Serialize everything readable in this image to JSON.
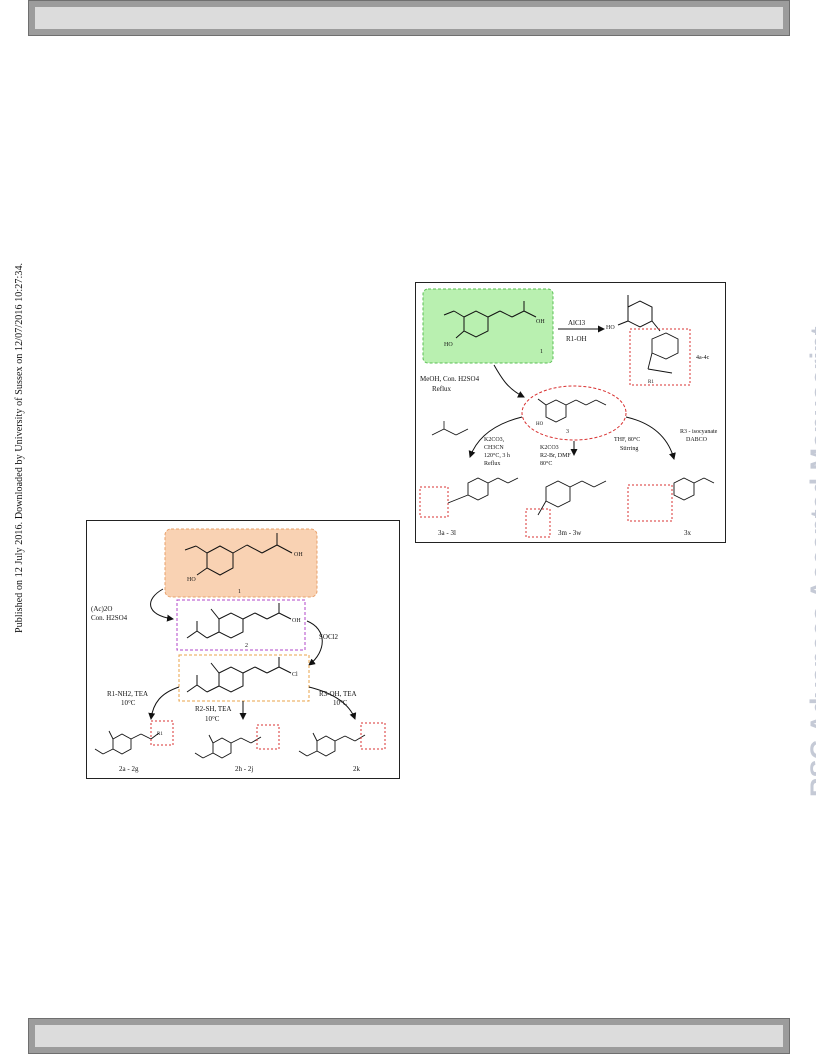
{
  "sidebar_left": "Published on 12 July 2016. Downloaded by University of Sussex on 12/07/2016 10:27:34.",
  "sidebar_right": "RSC Advances Accepted Manuscript",
  "scheme1": {
    "compounds": {
      "c1": "1",
      "c2": "2",
      "c2a": "2a - 2g",
      "c2h": "2h - 2j",
      "c2k": "2k"
    },
    "atoms": {
      "oh": "OH",
      "cl": "Cl",
      "ho": "HO",
      "r1": "R1"
    },
    "reagents": {
      "acylation_1": "(Ac)2O",
      "acylation_2": "Con. H2SO4",
      "chlorination": "SOCl2",
      "amine_1": "R1-NH2, TEA",
      "amine_2": "10°C",
      "thiol_1": "R2-SH, TEA",
      "thiol_2": "10°C",
      "alcohol_1": "R3-OH, TEA",
      "alcohol_2": "10°C"
    },
    "colors": {
      "highlight_fill": "#f9d2b3",
      "highlight_border": "#e8a06a",
      "box2_border": "#b044c8",
      "box3_border": "#e8a34a",
      "red_dash": "#d83030"
    }
  },
  "scheme2": {
    "compounds": {
      "c1": "1",
      "c3": "3",
      "c4": "4a-4c",
      "c3a": "3a - 3l",
      "c3m": "3m - 3w",
      "c3x": "3x"
    },
    "atoms": {
      "oh": "OH",
      "ho": "HO",
      "r1": "R1"
    },
    "reagents": {
      "alcl3": "AlCl3",
      "r1oh": "R1-OH",
      "ester_1": "MeOH, Con. H2SO4",
      "ester_2": "Reflux",
      "alk_1": "K2CO3,",
      "alk_2": "CH3CN",
      "alk_3": "120°C, 3 h",
      "alk_4": "Reflux",
      "bromo_1": "K2CO3",
      "bromo_2": "R2-Br, DMF",
      "bromo_3": "80°C",
      "thf_1": "THF, 80°C",
      "thf_2": "Stirring",
      "iso_1": "R3 - isocyanate",
      "iso_2": "DABCO"
    },
    "colors": {
      "highlight_fill": "#b9f0b0",
      "highlight_border": "#5bbf55",
      "red_dash": "#d83030"
    }
  }
}
